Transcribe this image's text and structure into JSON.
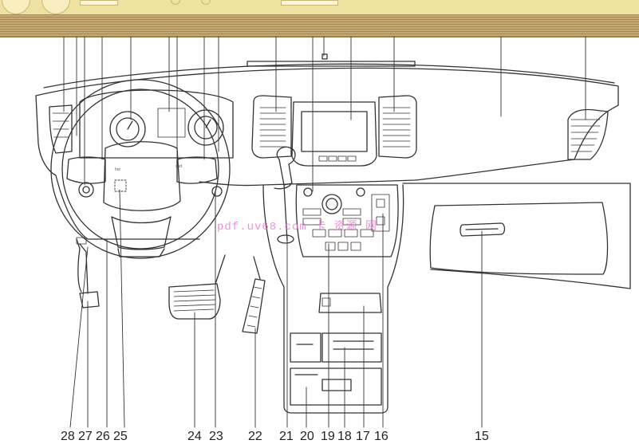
{
  "callouts": {
    "n28": "28",
    "n27": "27",
    "n26": "26",
    "n25": "25",
    "n24": "24",
    "n23": "23",
    "n22": "22",
    "n21": "21",
    "n19": "19",
    "n18": "18",
    "n17": "17",
    "n16": "16",
    "n15": "15",
    "n20": "20"
  },
  "watermark": "pdf.uv68.com 卡 资源 网",
  "wheel_labels": {
    "left": "hor",
    "right": "spd"
  },
  "colors": {
    "toolbar": "#f2e6a6",
    "band": "#b89a63",
    "line": "#333333",
    "watermark": "#f06ad0"
  }
}
